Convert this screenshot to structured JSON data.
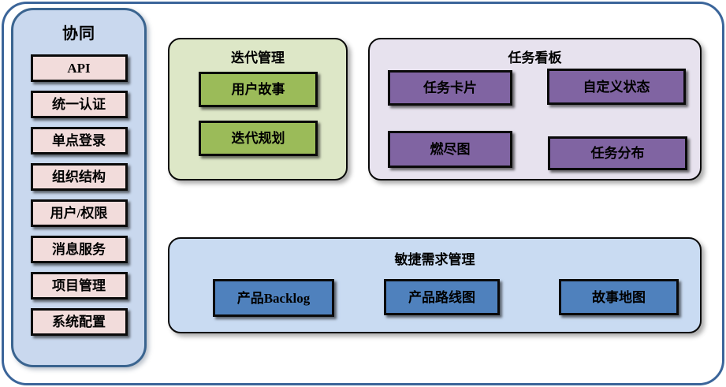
{
  "sidebar": {
    "title": "协同",
    "items": [
      "API",
      "统一认证",
      "单点登录",
      "组织结构",
      "用户/权限",
      "消息服务",
      "项目管理",
      "系统配置"
    ]
  },
  "iteration_panel": {
    "title": "迭代管理",
    "items": [
      "用户故事",
      "迭代规划"
    ]
  },
  "kanban_panel": {
    "title": "任务看板",
    "items": [
      "任务卡片",
      "自定义状态",
      "燃尽图",
      "任务分布"
    ]
  },
  "agile_panel": {
    "title": "敏捷需求管理",
    "items": [
      "产品Backlog",
      "产品路线图",
      "故事地图"
    ]
  },
  "colors": {
    "frame_border": "#3b659a",
    "sidebar_fill": "#c9d8ee",
    "sidebar_item_fill": "#f2dcdb",
    "iteration_panel_fill": "#dde7c7",
    "iteration_item_fill": "#9bbb59",
    "kanban_panel_fill": "#e7e2ee",
    "kanban_item_fill": "#8064a2",
    "agile_panel_fill": "#c9dbf2",
    "agile_item_fill": "#4f81bd",
    "node_border": "#0a0a0a"
  }
}
